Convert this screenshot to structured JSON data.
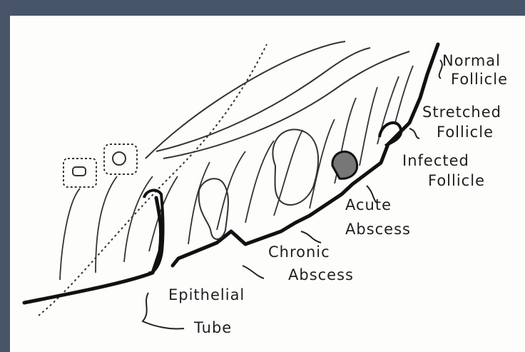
{
  "labels": {
    "normal_follicle": [
      "Normal",
      "Follicle"
    ],
    "stretched_follicle": [
      "Stretched",
      "Follicle"
    ],
    "infected_follicle": [
      "Infected",
      "Follicle"
    ],
    "acute_abscess": [
      "Acute",
      "Abscess"
    ],
    "chronic_abscess": [
      "Chronic",
      "Abscess"
    ],
    "epithelial_tube": [
      "Epithelial",
      "Tube"
    ]
  },
  "colors": {
    "frame": "#485569",
    "paper": "#fdfdfb",
    "ink": "#1f1f1f"
  }
}
